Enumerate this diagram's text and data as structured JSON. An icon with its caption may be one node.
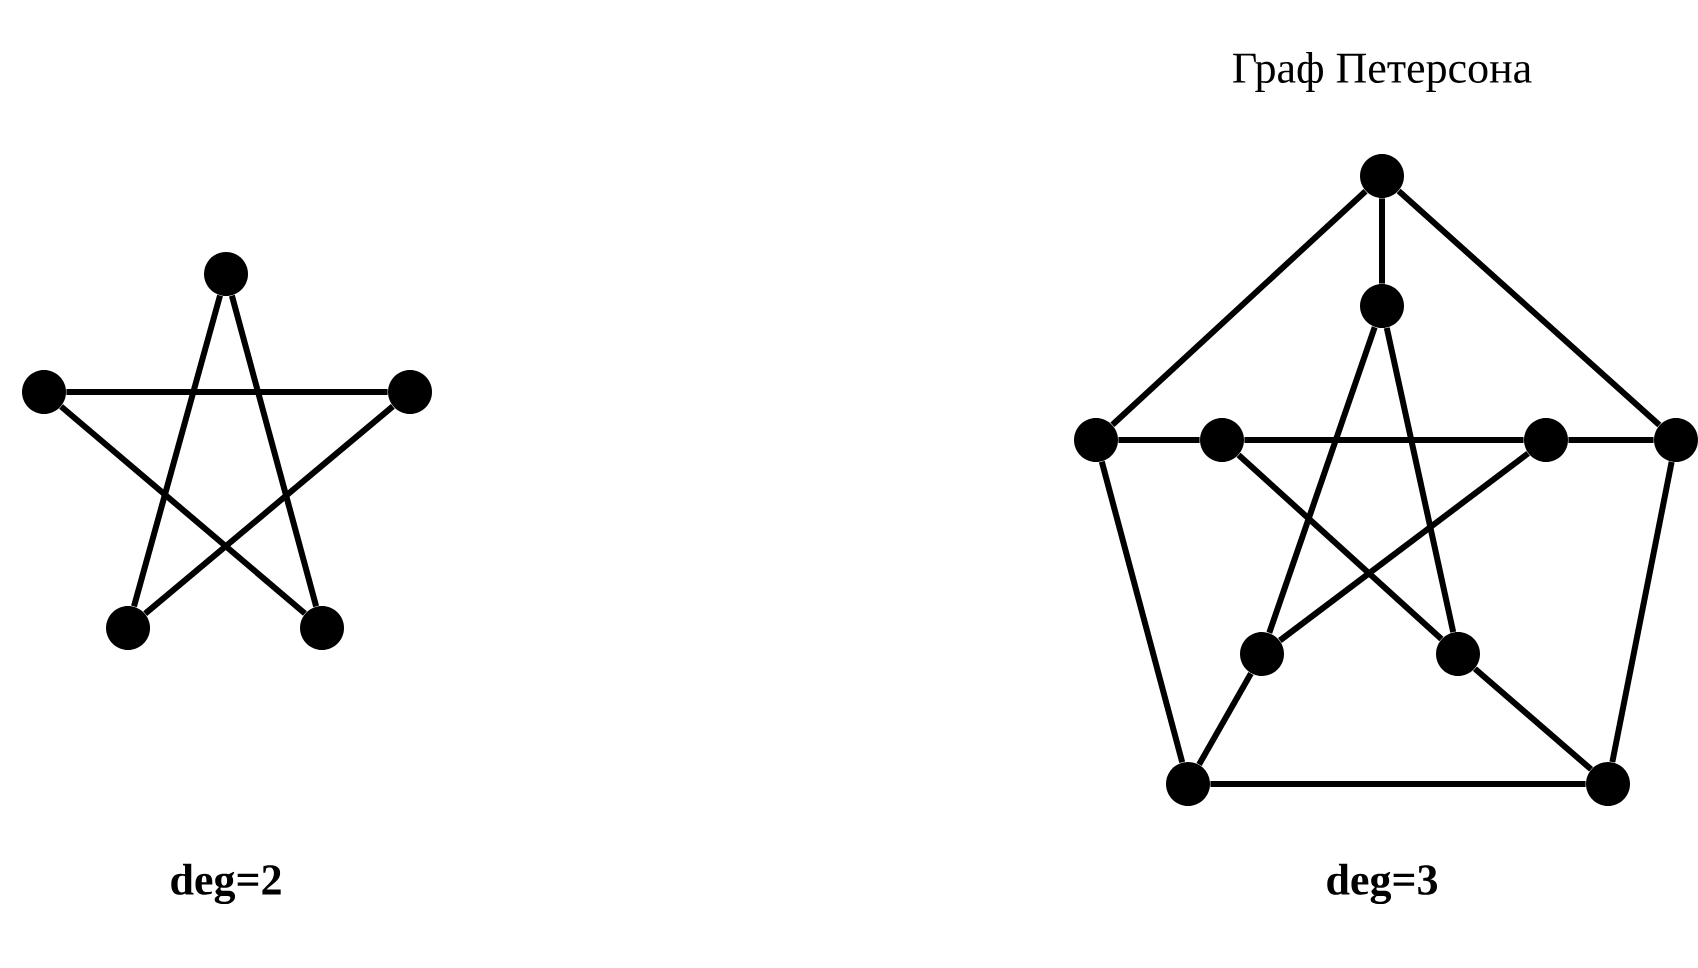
{
  "diagram": {
    "nodes": [
      {
        "text": [],
        "shape": "circle"
      },
      {
        "text": [],
        "shape": "circle"
      },
      {
        "text": [],
        "shape": "circle"
      },
      {
        "text": [],
        "shape": "circle"
      },
      {
        "text": [],
        "shape": "circle"
      },
      {
        "text": [],
        "shape": "circle"
      },
      {
        "text": [],
        "shape": "circle"
      },
      {
        "text": [],
        "shape": "circle"
      },
      {
        "text": [],
        "shape": "circle"
      },
      {
        "text": [],
        "shape": "circle"
      },
      {
        "text": [],
        "shape": "circle"
      },
      {
        "text": [],
        "shape": "circle"
      },
      {
        "text": [],
        "shape": "circle"
      },
      {
        "text": [],
        "shape": "circle"
      },
      {
        "text": [],
        "shape": "circle"
      }
    ],
    "edges": [
      {
        "from": 0,
        "to": 3,
        "arrow": "none"
      },
      {
        "from": 0,
        "to": 4,
        "arrow": "none"
      },
      {
        "from": 1,
        "to": 2,
        "arrow": "none"
      },
      {
        "from": 1,
        "to": 4,
        "arrow": "none"
      },
      {
        "from": 2,
        "to": 3,
        "arrow": "none"
      },
      {
        "from": 5,
        "to": 7,
        "arrow": "none"
      },
      {
        "from": 7,
        "to": 13,
        "arrow": "none"
      },
      {
        "from": 13,
        "to": 14,
        "arrow": "none"
      },
      {
        "from": 14,
        "to": 10,
        "arrow": "none"
      },
      {
        "from": 10,
        "to": 5,
        "arrow": "none"
      },
      {
        "from": 5,
        "to": 6,
        "arrow": "none"
      },
      {
        "from": 7,
        "to": 8,
        "arrow": "none"
      },
      {
        "from": 10,
        "to": 9,
        "arrow": "none"
      },
      {
        "from": 13,
        "to": 11,
        "arrow": "none"
      },
      {
        "from": 14,
        "to": 12,
        "arrow": "none"
      },
      {
        "from": 6,
        "to": 11,
        "arrow": "none"
      },
      {
        "from": 6,
        "to": 12,
        "arrow": "none"
      },
      {
        "from": 8,
        "to": 9,
        "arrow": "none"
      },
      {
        "from": 8,
        "to": 12,
        "arrow": "none"
      },
      {
        "from": 9,
        "to": 11,
        "arrow": "none"
      }
    ],
    "labels": [
      "Граф Петерсона",
      "deg=2",
      "deg=3"
    ]
  }
}
